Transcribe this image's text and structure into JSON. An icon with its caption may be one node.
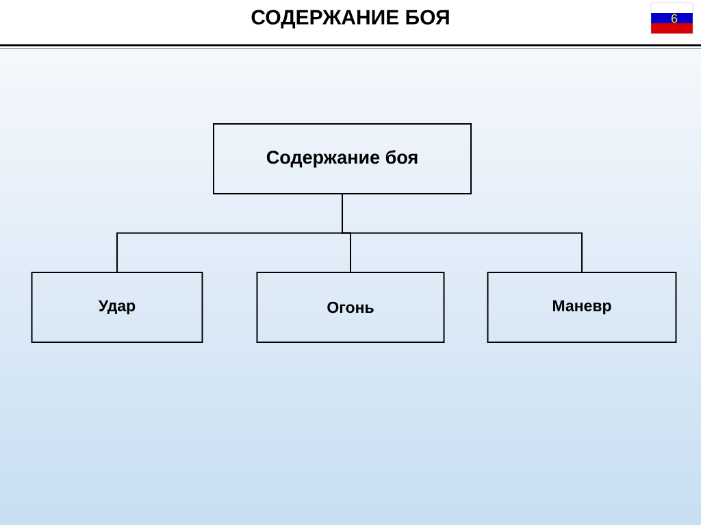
{
  "diagram": {
    "title": "СОДЕРЖАНИЕ БОЯ",
    "nodes": [
      {
        "text": [
          "Содержание боя"
        ]
      },
      {
        "text": [
          "Удар"
        ]
      },
      {
        "text": [
          "Огонь"
        ]
      },
      {
        "text": [
          "Маневр"
        ]
      }
    ],
    "edges": [
      {
        "from": 0,
        "to": 1,
        "arrow": "none"
      },
      {
        "from": 0,
        "to": 2,
        "arrow": "none"
      },
      {
        "from": 0,
        "to": 3,
        "arrow": "none"
      }
    ],
    "labels": [
      "6"
    ]
  }
}
